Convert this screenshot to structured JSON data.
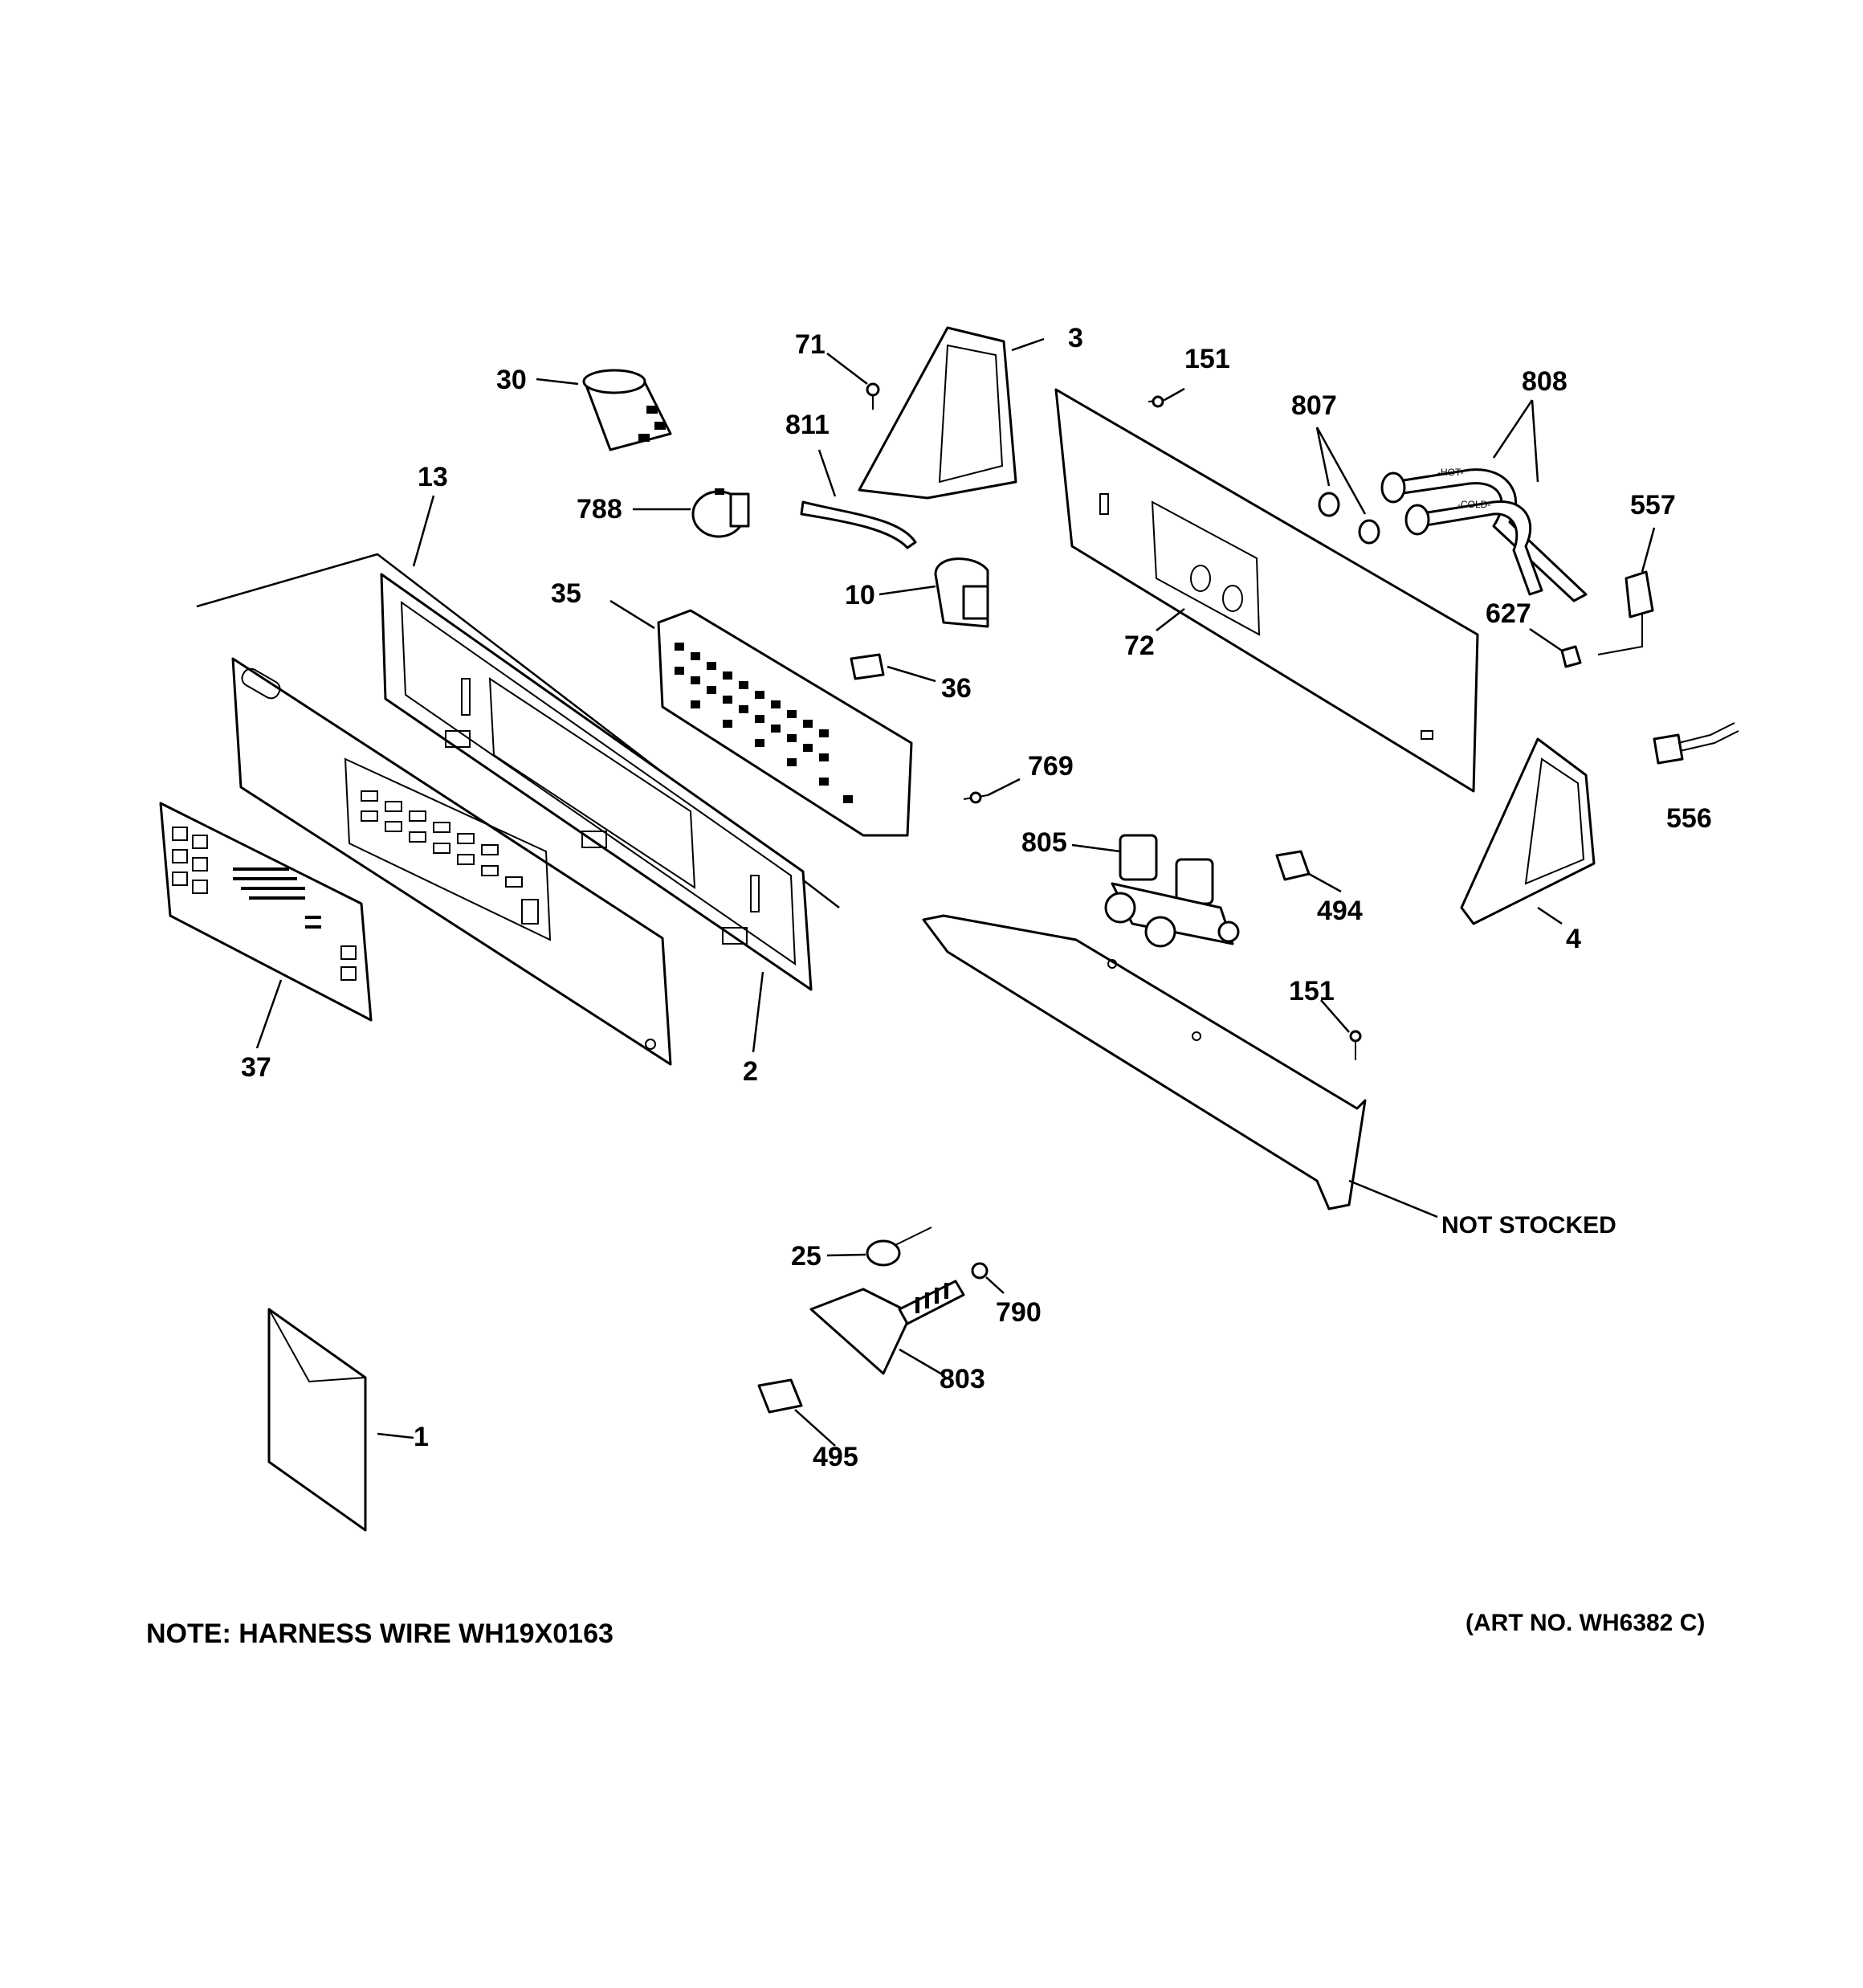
{
  "labels": {
    "p1": "1",
    "p2": "2",
    "p3": "3",
    "p4": "4",
    "p10": "10",
    "p13": "13",
    "p25": "25",
    "p30": "30",
    "p35": "35",
    "p36": "36",
    "p37": "37",
    "p71": "71",
    "p72": "72",
    "p151a": "151",
    "p151b": "151",
    "p494": "494",
    "p495": "495",
    "p556": "556",
    "p557": "557",
    "p627": "627",
    "p769": "769",
    "p788": "788",
    "p790": "790",
    "p803": "803",
    "p805": "805",
    "p807": "807",
    "p808": "808",
    "p811": "811",
    "not_stocked": "NOT STOCKED"
  },
  "hose_markings": {
    "hot": "-HOT-",
    "cold": "-COLD-"
  },
  "note": "NOTE: HARNESS WIRE WH19X0163",
  "art_no": "(ART NO. WH6382 C)"
}
